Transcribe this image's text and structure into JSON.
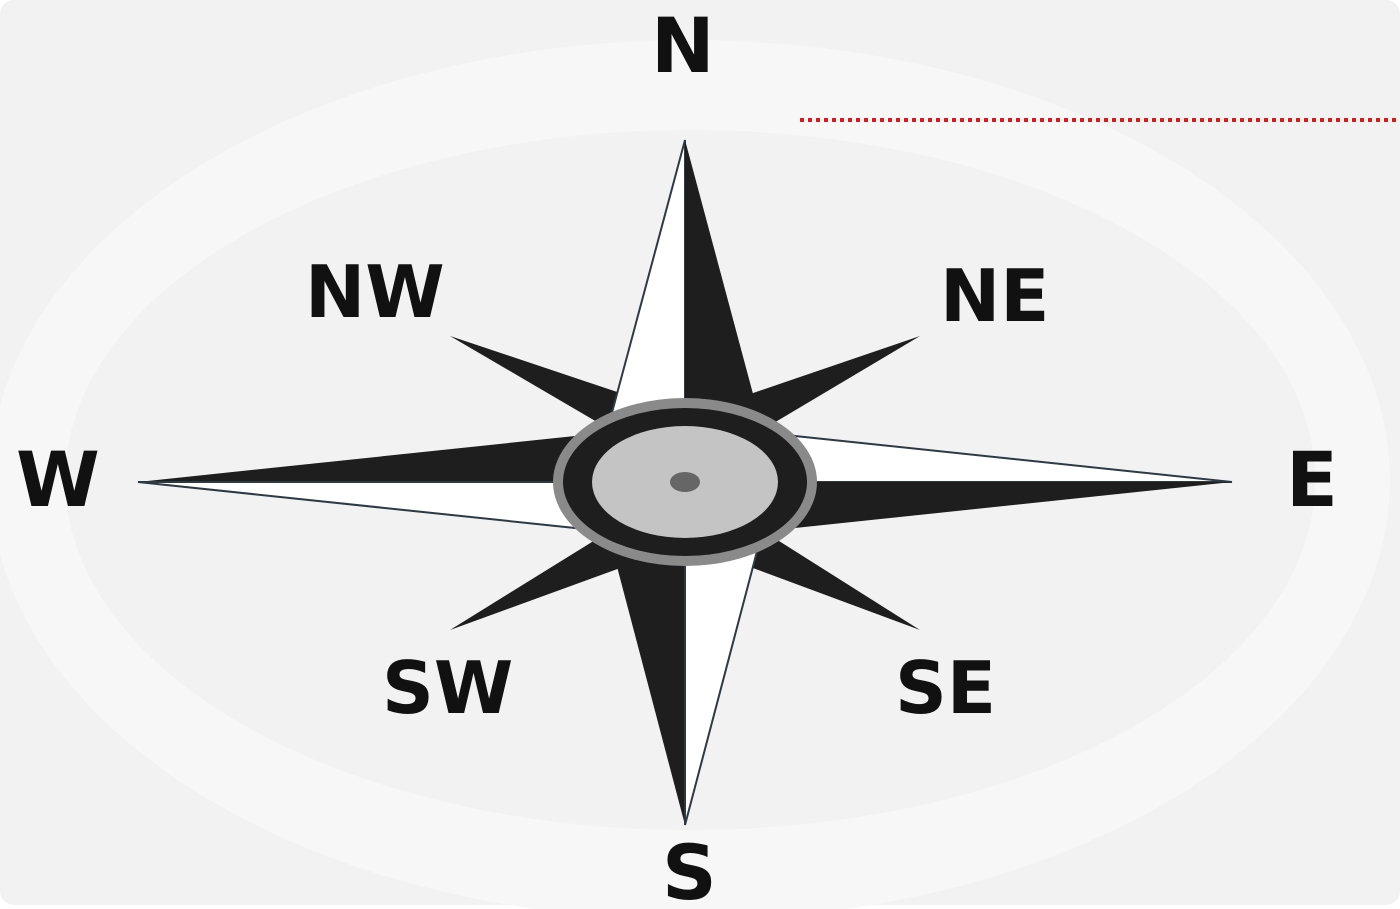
{
  "colors": {
    "background": "#f2f2f2",
    "ring": "#f7f7f7",
    "point_dark": "#1e1e1e",
    "point_light": "#ffffff",
    "hub_outer_gray": "#8a8a8a",
    "hub_dark": "#1e1e1e",
    "hub_inner": "#c4c4c4",
    "hub_dot": "#666666",
    "dotted_line": "#d81b1b"
  },
  "directions": {
    "north": "N",
    "south": "S",
    "east": "E",
    "west": "W",
    "northeast": "NE",
    "northwest": "NW",
    "southeast": "SE",
    "southwest": "SW"
  }
}
